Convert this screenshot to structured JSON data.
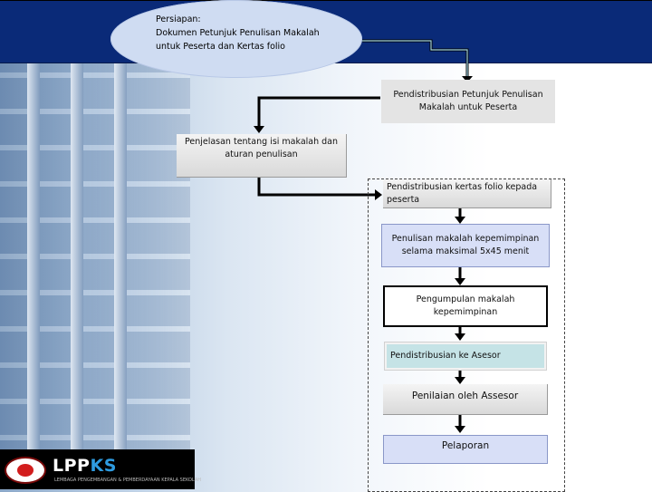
{
  "diagram": {
    "start": "Persiapan:\nDokumen Petunjuk Penulisan Makalah\nuntuk Peserta dan Kertas folio",
    "steps": [
      "Pendistribusian Petunjuk Penulisan Makalah untuk Peserta",
      "Penjelasan tentang isi makalah dan aturan penulisan",
      "Pendistribusian kertas folio kepada peserta",
      "Penulisan makalah kepemimpinan selama maksimal 5x45 menit",
      "Pengumpulan makalah kepemimpinan",
      "Pendistribusian ke Asesor",
      "Penilaian oleh Assesor",
      "Pelaporan"
    ]
  },
  "logo": {
    "name_part1": "LPP",
    "name_part2": "KS",
    "subtitle": "LEMBAGA PENGEMBANGAN & PEMBERDAYAAN KEPALA SEKOLAH"
  },
  "colors": {
    "topbar": "#0a2a78",
    "arrow": "#000000",
    "connector_highlight": "#9fd3e3"
  }
}
